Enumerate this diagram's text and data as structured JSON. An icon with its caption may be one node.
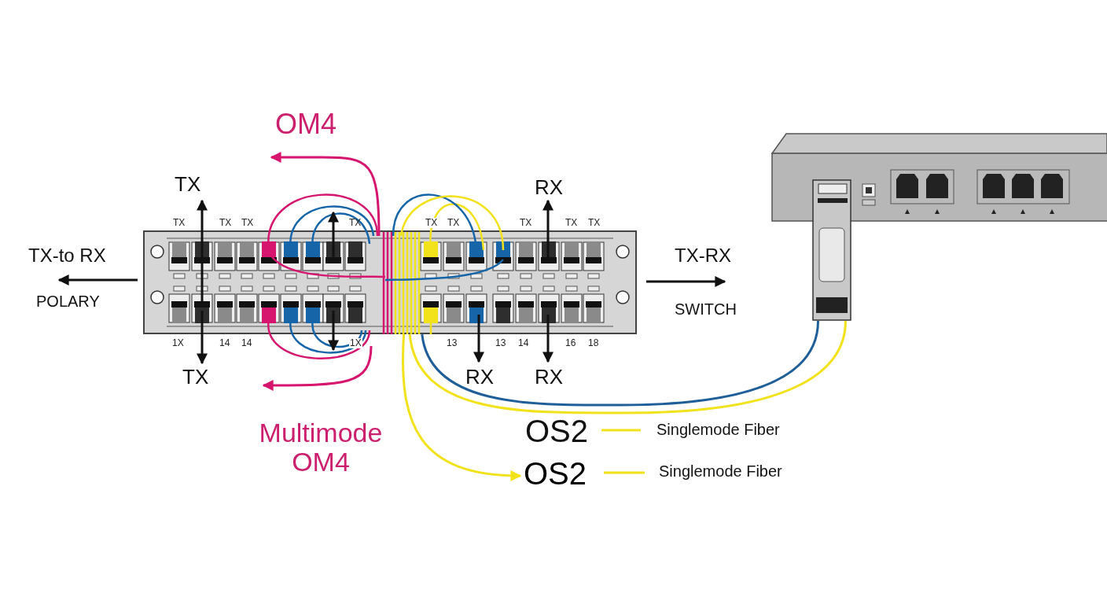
{
  "diagram": {
    "nodes": [
      {
        "text": [],
        "shape": "picture"
      },
      {
        "text": [],
        "shape": "picture"
      },
      {
        "text": [
          "OS2"
        ]
      }
    ],
    "edges": [
      {
        "from": 0,
        "to": 1,
        "arrow": "none",
        "color": "#1f5f99"
      },
      {
        "from": 0,
        "to": 1,
        "arrow": "none",
        "color": "#f2e21c"
      },
      {
        "from": 0,
        "to": 2,
        "arrow": "to",
        "color": "#f2e21c"
      }
    ],
    "labels": [
      "OM4",
      "TX",
      "RX",
      "TX",
      "TX",
      "TX",
      "TX",
      "TX",
      "TX",
      "TX",
      "TX",
      "TX",
      "TX-to RX",
      "TX-RX",
      "POLARY",
      "SWITCH",
      "1X",
      "14",
      "14",
      "1X",
      "13",
      "13",
      "14",
      "16",
      "18",
      "TX",
      "RX",
      "RX",
      "Multimode OM4",
      "OS2",
      "Singlemode Fiber",
      "Singlemode Fiber"
    ]
  }
}
